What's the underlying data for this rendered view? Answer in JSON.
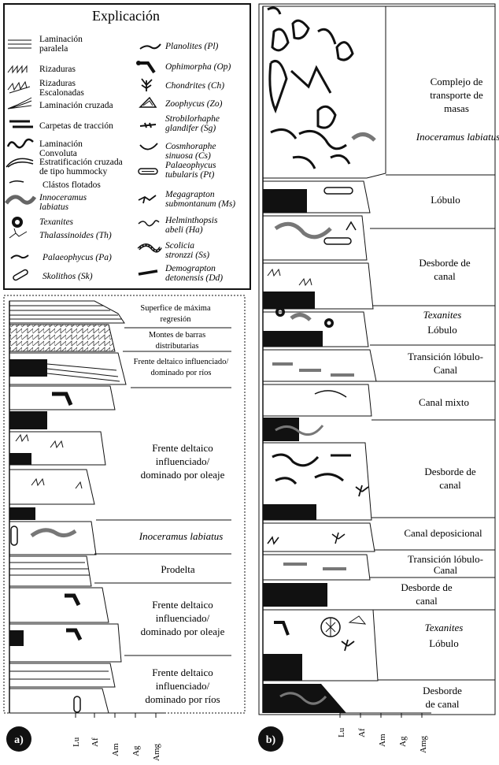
{
  "legend": {
    "title": "Explicación",
    "left": [
      {
        "icon": "parallel-lamination-icon",
        "lines": [
          "Laminación",
          "paralela"
        ]
      },
      {
        "icon": "ripples-icon",
        "lines": [
          "Rizaduras"
        ]
      },
      {
        "icon": "climbing-ripples-icon",
        "lines": [
          "Rizaduras",
          "Escalonadas"
        ]
      },
      {
        "icon": "cross-lamination-icon",
        "lines": [
          "Laminación cruzada"
        ]
      },
      {
        "icon": "traction-carpets-icon",
        "lines": [
          "Carpetas de tracción"
        ]
      },
      {
        "icon": "convolute-lamination-icon",
        "lines": [
          "Laminación",
          "Convoluta"
        ]
      },
      {
        "icon": "hummocky-icon",
        "lines": [
          "Estratificación cruzada",
          "de tipo hummocky"
        ]
      },
      {
        "icon": "floating-clasts-icon",
        "lines": [
          "Clástos flotados"
        ]
      },
      {
        "icon": "inoceramus-icon",
        "lines": [
          "Innoceramus",
          "labiatus"
        ],
        "italic": true
      },
      {
        "icon": "texanites-icon",
        "lines": [
          "Texanites"
        ],
        "italic": true
      },
      {
        "icon": "thalassinoides-icon",
        "lines": [
          "Thalassinoides (Th)"
        ],
        "italic": true
      },
      {
        "icon": "palaeophycus-icon",
        "lines": [
          "Palaeophycus (Pa)"
        ],
        "italic": true
      },
      {
        "icon": "skolithos-icon",
        "lines": [
          "Skolithos (Sk)"
        ],
        "italic": true
      }
    ],
    "right": [
      {
        "icon": "planolites-icon",
        "lines": [
          "Planolites (Pl)"
        ]
      },
      {
        "icon": "ophiomorpha-icon",
        "lines": [
          "Ophimorpha (Op)"
        ]
      },
      {
        "icon": "chondrites-icon",
        "lines": [
          "Chondrites (Ch)"
        ]
      },
      {
        "icon": "zoophycus-icon",
        "lines": [
          "Zoophycus (Zo)"
        ]
      },
      {
        "icon": "strobilorhaphe-icon",
        "lines": [
          "Strobilorhaphe",
          "glandifer (Sg)"
        ]
      },
      {
        "icon": "cosmoraphe-icon",
        "lines": [
          "Cosmhoraphe",
          "sinuosa (Cs)"
        ]
      },
      {
        "icon": "palaeophycus-tubularis-icon",
        "lines": [
          "Palaeophycus",
          "tubularis (Pt)"
        ]
      },
      {
        "icon": "megagrapton-icon",
        "lines": [
          "Megagrapton",
          "submontanum (Ms)"
        ]
      },
      {
        "icon": "helminthopsis-icon",
        "lines": [
          "Helminthopsis",
          "abeli (Ha)"
        ]
      },
      {
        "icon": "scolicia-icon",
        "lines": [
          "Scolicia",
          "stronzzi (Ss)"
        ]
      },
      {
        "icon": "demograpton-icon",
        "lines": [
          "Demograpton",
          "detonensis (Dd)"
        ]
      }
    ]
  },
  "panel_a": {
    "label": "a)",
    "axis_ticks": [
      "Lu",
      "Af",
      "Am",
      "Ag",
      "Amg"
    ],
    "intervals": [
      {
        "lines": [
          "Superfice de máxima",
          "regresión"
        ],
        "small": true
      },
      {
        "lines": [
          "Montes de barras",
          "distributarias"
        ],
        "small": true
      },
      {
        "lines": [
          "Frente deltaico influenciado/",
          "dominado por ríos"
        ],
        "small": true
      },
      {
        "lines": [
          "Frente deltaico",
          "influenciado/",
          "dominado por oleaje"
        ]
      },
      {
        "lines": [
          "Inoceramus labiatus"
        ],
        "italic": true
      },
      {
        "lines": [
          "Prodelta"
        ]
      },
      {
        "lines": [
          "Frente deltaico",
          "influenciado/",
          "dominado por oleaje"
        ]
      },
      {
        "lines": [
          "Frente deltaico",
          "influenciado/",
          "dominado por ríos"
        ]
      }
    ]
  },
  "panel_b": {
    "label": "b)",
    "axis_ticks": [
      "Lu",
      "Af",
      "Am",
      "Ag",
      "Amg"
    ],
    "intervals": [
      {
        "lines": [
          "Complejo de",
          "transporte de",
          "masas"
        ]
      },
      {
        "lines": [
          "Inoceramus labiatus"
        ],
        "italic": true
      },
      {
        "lines": [
          "Lóbulo"
        ]
      },
      {
        "lines": [
          "Desborde de",
          "canal"
        ]
      },
      {
        "lines": [
          "Texanites"
        ],
        "italic": true
      },
      {
        "lines": [
          "Lóbulo"
        ]
      },
      {
        "lines": [
          "Transición lóbulo-",
          "Canal"
        ]
      },
      {
        "lines": [
          "Canal mixto"
        ]
      },
      {
        "lines": [
          "Desborde de",
          "canal"
        ]
      },
      {
        "lines": [
          "Canal deposicional"
        ]
      },
      {
        "lines": [
          "Transición lóbulo-",
          "Canal"
        ]
      },
      {
        "lines": [
          "Desborde de",
          "canal"
        ]
      },
      {
        "lines": [
          "Texanites"
        ],
        "italic": true
      },
      {
        "lines": [
          "Lóbulo"
        ]
      },
      {
        "lines": [
          "Desborde",
          "de canal"
        ]
      }
    ]
  }
}
